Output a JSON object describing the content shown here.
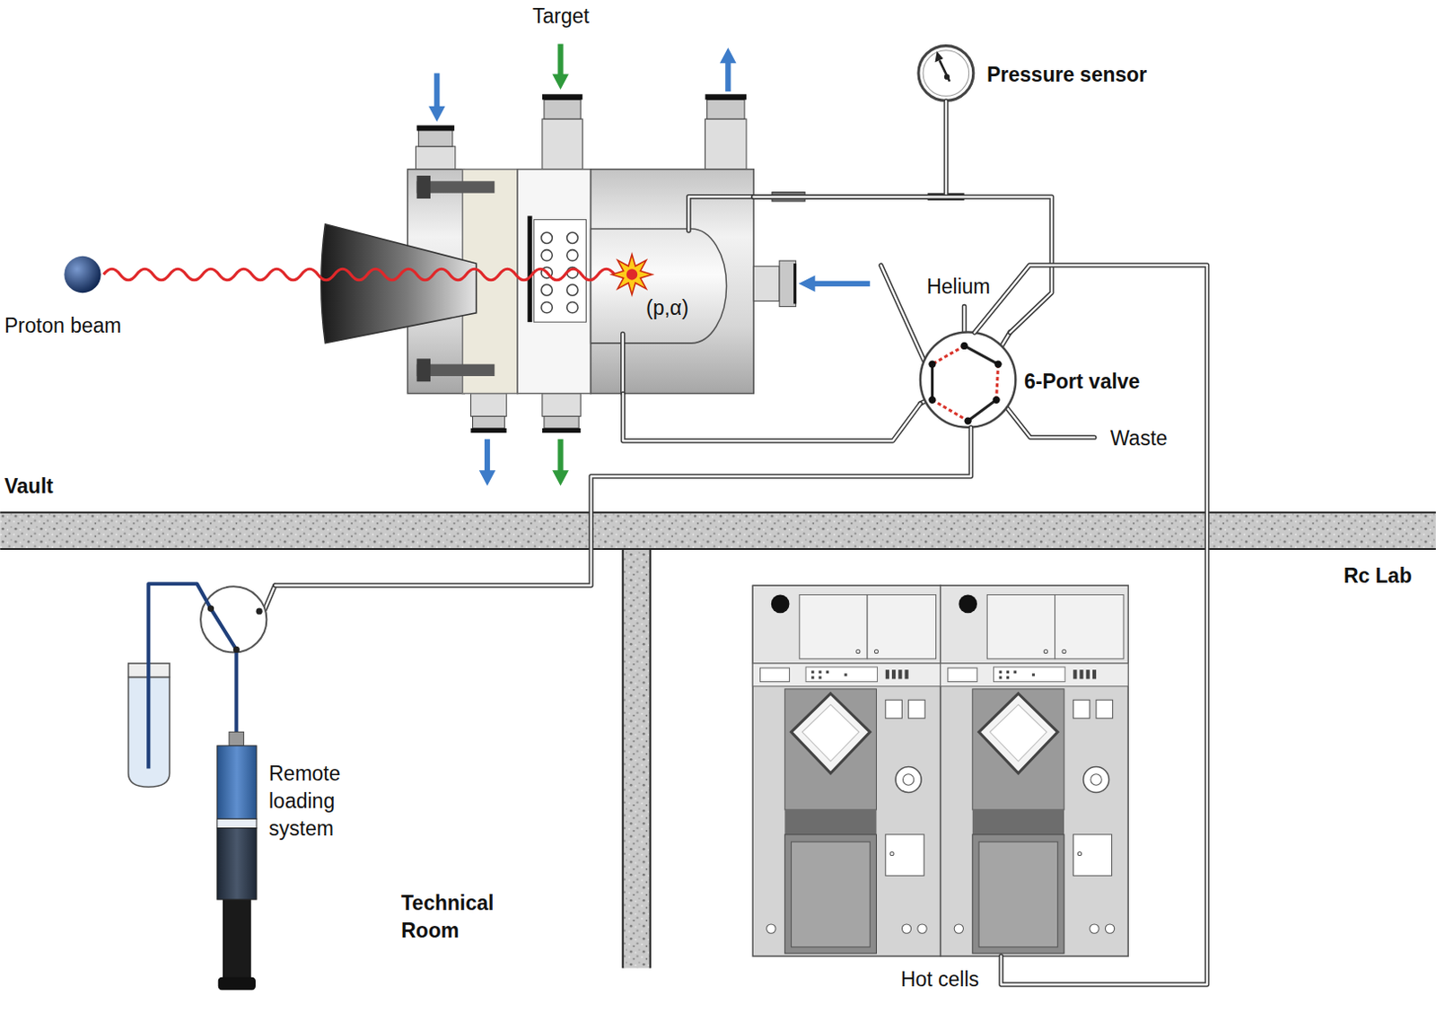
{
  "diagram": {
    "nodes": [
      {
        "text": [
          "Target",
          "(p,α)"
        ]
      },
      {
        "text": [
          "Pressure sensor"
        ]
      },
      {
        "text": [
          "6-Port valve"
        ]
      },
      {
        "text": [
          "Remote loading system"
        ]
      },
      {
        "text": [
          "Hot cells"
        ]
      }
    ],
    "edges": [
      {
        "from": 0,
        "to": 1,
        "arrow": "none"
      },
      {
        "from": 0,
        "to": 2,
        "arrow": "none"
      },
      {
        "from": 2,
        "to": 0,
        "arrow": "none"
      },
      {
        "from": 2,
        "to": 3,
        "arrow": "none"
      },
      {
        "from": 2,
        "to": 4,
        "arrow": "none"
      }
    ],
    "labels": [
      "Proton beam",
      "Helium",
      "Waste",
      "Vault",
      "Rc Lab",
      "Technical Room"
    ]
  }
}
